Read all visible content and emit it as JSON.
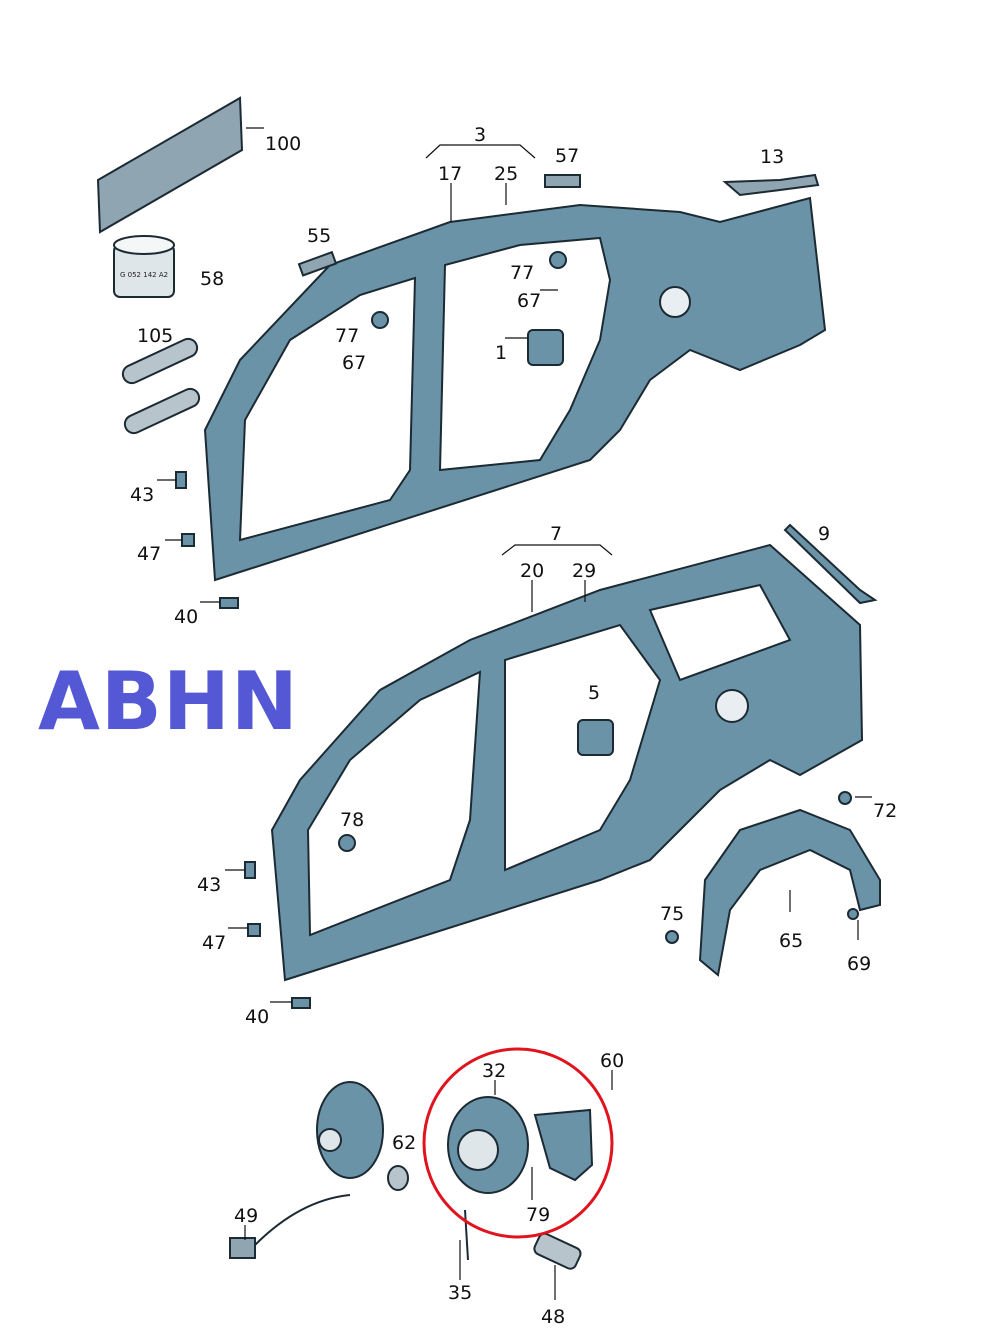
{
  "diagram": {
    "brand_code": "ABHN",
    "tube_marking": "G 052 142 A2",
    "highlight_color": "#e0141e",
    "panel_color": "#6a93a8",
    "brand_color": "#5458d4",
    "part_labels": [
      "100",
      "3",
      "17",
      "25",
      "57",
      "13",
      "55",
      "58",
      "77",
      "67",
      "105",
      "77",
      "67",
      "1",
      "43",
      "47",
      "40",
      "7",
      "9",
      "20",
      "29",
      "5",
      "78",
      "72",
      "43",
      "75",
      "65",
      "47",
      "69",
      "40",
      "60",
      "32",
      "62",
      "79",
      "49",
      "35",
      "48"
    ]
  }
}
